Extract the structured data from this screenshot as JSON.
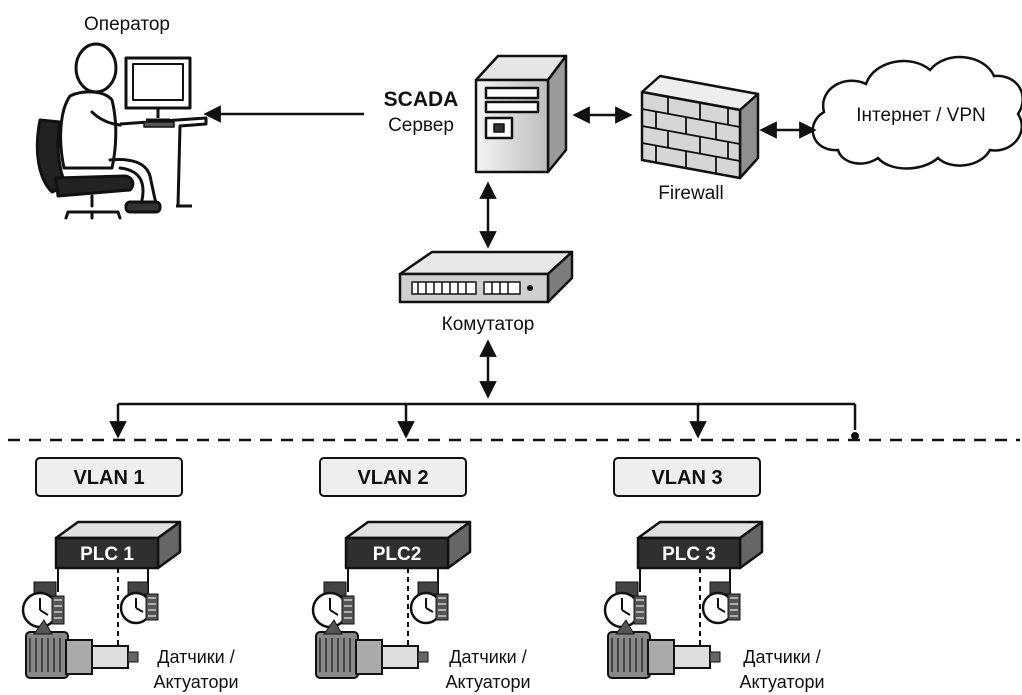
{
  "operator": {
    "label": "Оператор"
  },
  "scada": {
    "line1": "SCADA",
    "line2": "Сервер"
  },
  "firewall": {
    "label": "Firewall"
  },
  "cloud": {
    "label": "Інтернет / VPN"
  },
  "switch": {
    "label": "Комутатор"
  },
  "vlans": [
    {
      "label": "VLAN 1",
      "plc": "PLC 1",
      "devices_line1": "Датчики /",
      "devices_line2": "Актуатори"
    },
    {
      "label": "VLAN 2",
      "plc": "PLC2",
      "devices_line1": "Датчики /",
      "devices_line2": "Актуатори"
    },
    {
      "label": "VLAN 3",
      "plc": "PLC 3",
      "devices_line1": "Датчики /",
      "devices_line2": "Актуатори"
    }
  ],
  "icons": [
    "person-icon",
    "monitor-icon",
    "server-tower-icon",
    "brick-wall-icon",
    "cloud-icon",
    "network-switch-icon",
    "plc-icon",
    "sensor-gauge-icon",
    "actuator-motor-icon"
  ],
  "colors": {
    "line": "#111111",
    "vlan_fill": "#eeeeee",
    "plc_fill": "#2f2f2f",
    "wall_fill": "#d6d6d6"
  }
}
